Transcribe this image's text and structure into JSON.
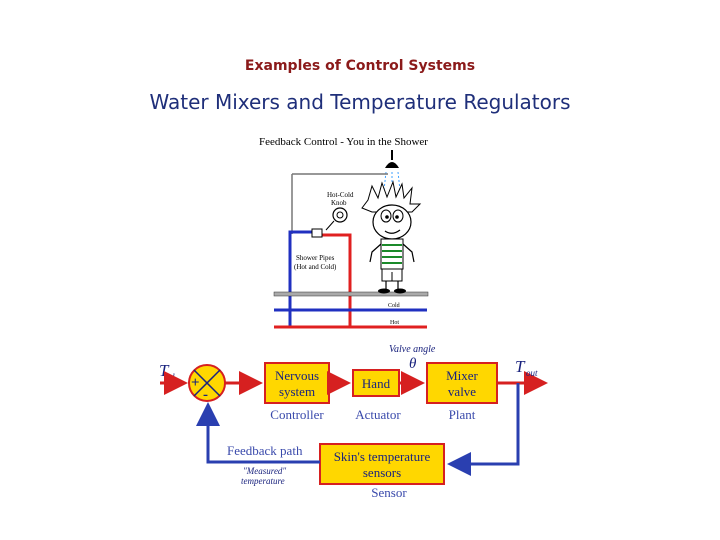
{
  "slide": {
    "subtitle": "Examples of Control Systems",
    "title": "Water Mixers and Temperature Regulators"
  },
  "illustration": {
    "heading": "Feedback Control - You in the Shower",
    "knob_label": [
      "Hot-Cold",
      "Knob"
    ],
    "pipes_label": [
      "Shower Pipes",
      "(Hot and Cold)"
    ],
    "cold_label": "Cold",
    "hot_label": "Hot"
  },
  "block_diagram": {
    "input_label": "T",
    "input_sub": "d",
    "output_label": "T",
    "output_sub": "out",
    "plus": "+",
    "minus": "-",
    "valve_angle": "Valve angle",
    "theta": "θ",
    "blocks": {
      "controller": [
        "Nervous",
        "system"
      ],
      "actuator": [
        "Hand"
      ],
      "plant": [
        "Mixer",
        "valve"
      ],
      "sensor": [
        "Skin's temperature",
        "sensors"
      ]
    },
    "captions": {
      "controller": "Controller",
      "actuator": "Actuator",
      "plant": "Plant",
      "sensor": "Sensor"
    },
    "feedback_path": "Feedback path",
    "measured_temp": [
      "\"Measured\"",
      "temperature"
    ]
  },
  "colors": {
    "block_fill": "#ffd700",
    "block_border": "#d62020",
    "block_text": "#1a237e",
    "caption": "#3949ab",
    "arrow_red": "#d62020",
    "arrow_blue": "#2a3fb0",
    "hot_pipe": "#e02020",
    "cold_pipe": "#2030c0"
  }
}
